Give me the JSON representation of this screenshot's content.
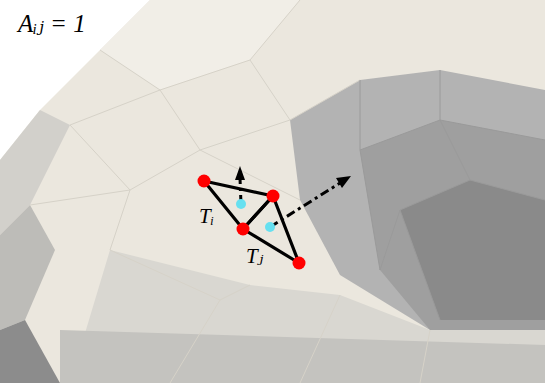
{
  "diagram": {
    "labels": [
      "Aᵢⱼ = 1",
      "Tᵢ",
      "Tⱼ"
    ]
  }
}
